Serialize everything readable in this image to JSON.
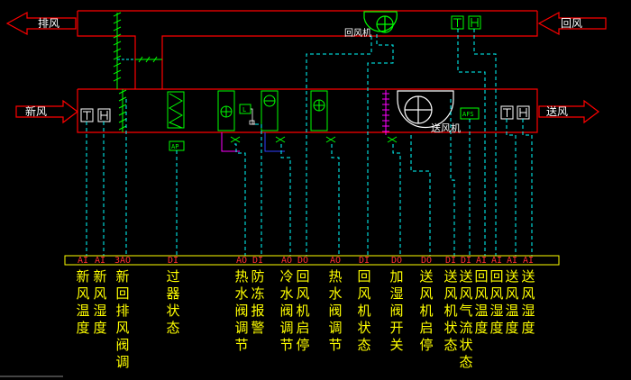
{
  "colors": {
    "background": "#000000",
    "duct": "#ff0000",
    "signal_line": "#00ffff",
    "device": "#00ff00",
    "io_bar": "#ffff00",
    "point_text": "#ffff00",
    "io_code": "#ff3030",
    "spray": "#ff00ff",
    "wire_blue": "#3040ff"
  },
  "air_labels": {
    "exhaust": "排风",
    "return": "回风",
    "fresh": "新风",
    "supply": "送风"
  },
  "equipment": {
    "return_fan": "回风机",
    "supply_fan": "送风机",
    "filter_tag": "AP",
    "afs_tag": "AFS",
    "freeze_tag": "L"
  },
  "io_points": [
    {
      "code": "AI",
      "name": "新风温度"
    },
    {
      "code": "AI",
      "name": "新风湿度"
    },
    {
      "code": "3AO",
      "name": "新回排风阀调"
    },
    {
      "code": "DI",
      "name": "过器状态"
    },
    {
      "code": "AO",
      "name": "热水阀调节"
    },
    {
      "code": "DI",
      "name": "防冻报警"
    },
    {
      "code": "AO",
      "name": "冷水阀调节"
    },
    {
      "code": "DO",
      "name": "回风机启停"
    },
    {
      "code": "AO",
      "name": "热水阀调节"
    },
    {
      "code": "DI",
      "name": "回风机状态"
    },
    {
      "code": "DO",
      "name": "加湿阀开关"
    },
    {
      "code": "DO",
      "name": "送风机启停"
    },
    {
      "code": "DI",
      "name": "送风机状态"
    },
    {
      "code": "DI",
      "name": "送风气流状态"
    },
    {
      "code": "AI",
      "name": "回风温度"
    },
    {
      "code": "AI",
      "name": "回风湿度"
    },
    {
      "code": "AI",
      "name": "送风温度"
    },
    {
      "code": "AI",
      "name": "送风湿度"
    }
  ]
}
